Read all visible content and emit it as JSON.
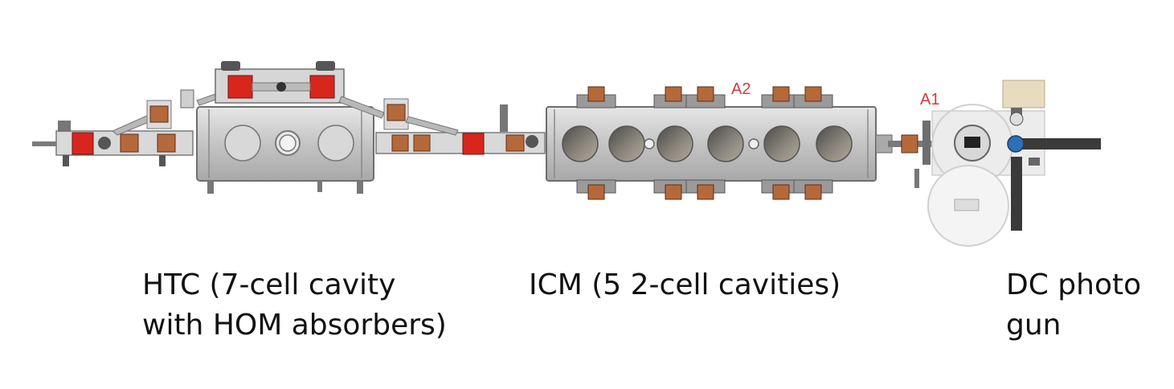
{
  "markers": {
    "a1": "A1",
    "a2": "A2"
  },
  "captions": {
    "htc_line1": "HTC (7-cell cavity",
    "htc_line2": "with HOM absorbers)",
    "icm": "ICM (5 2-cell cavities)",
    "gun_line1": "DC photo",
    "gun_line2": "gun"
  },
  "colors": {
    "steel": "#c9c9c9",
    "steel_dark": "#8a8a8a",
    "absorber_red": "#d8261c",
    "magnet_copper": "#b5693a",
    "gun_blue": "#2f6fb5",
    "marker_red": "#d23a3a"
  }
}
